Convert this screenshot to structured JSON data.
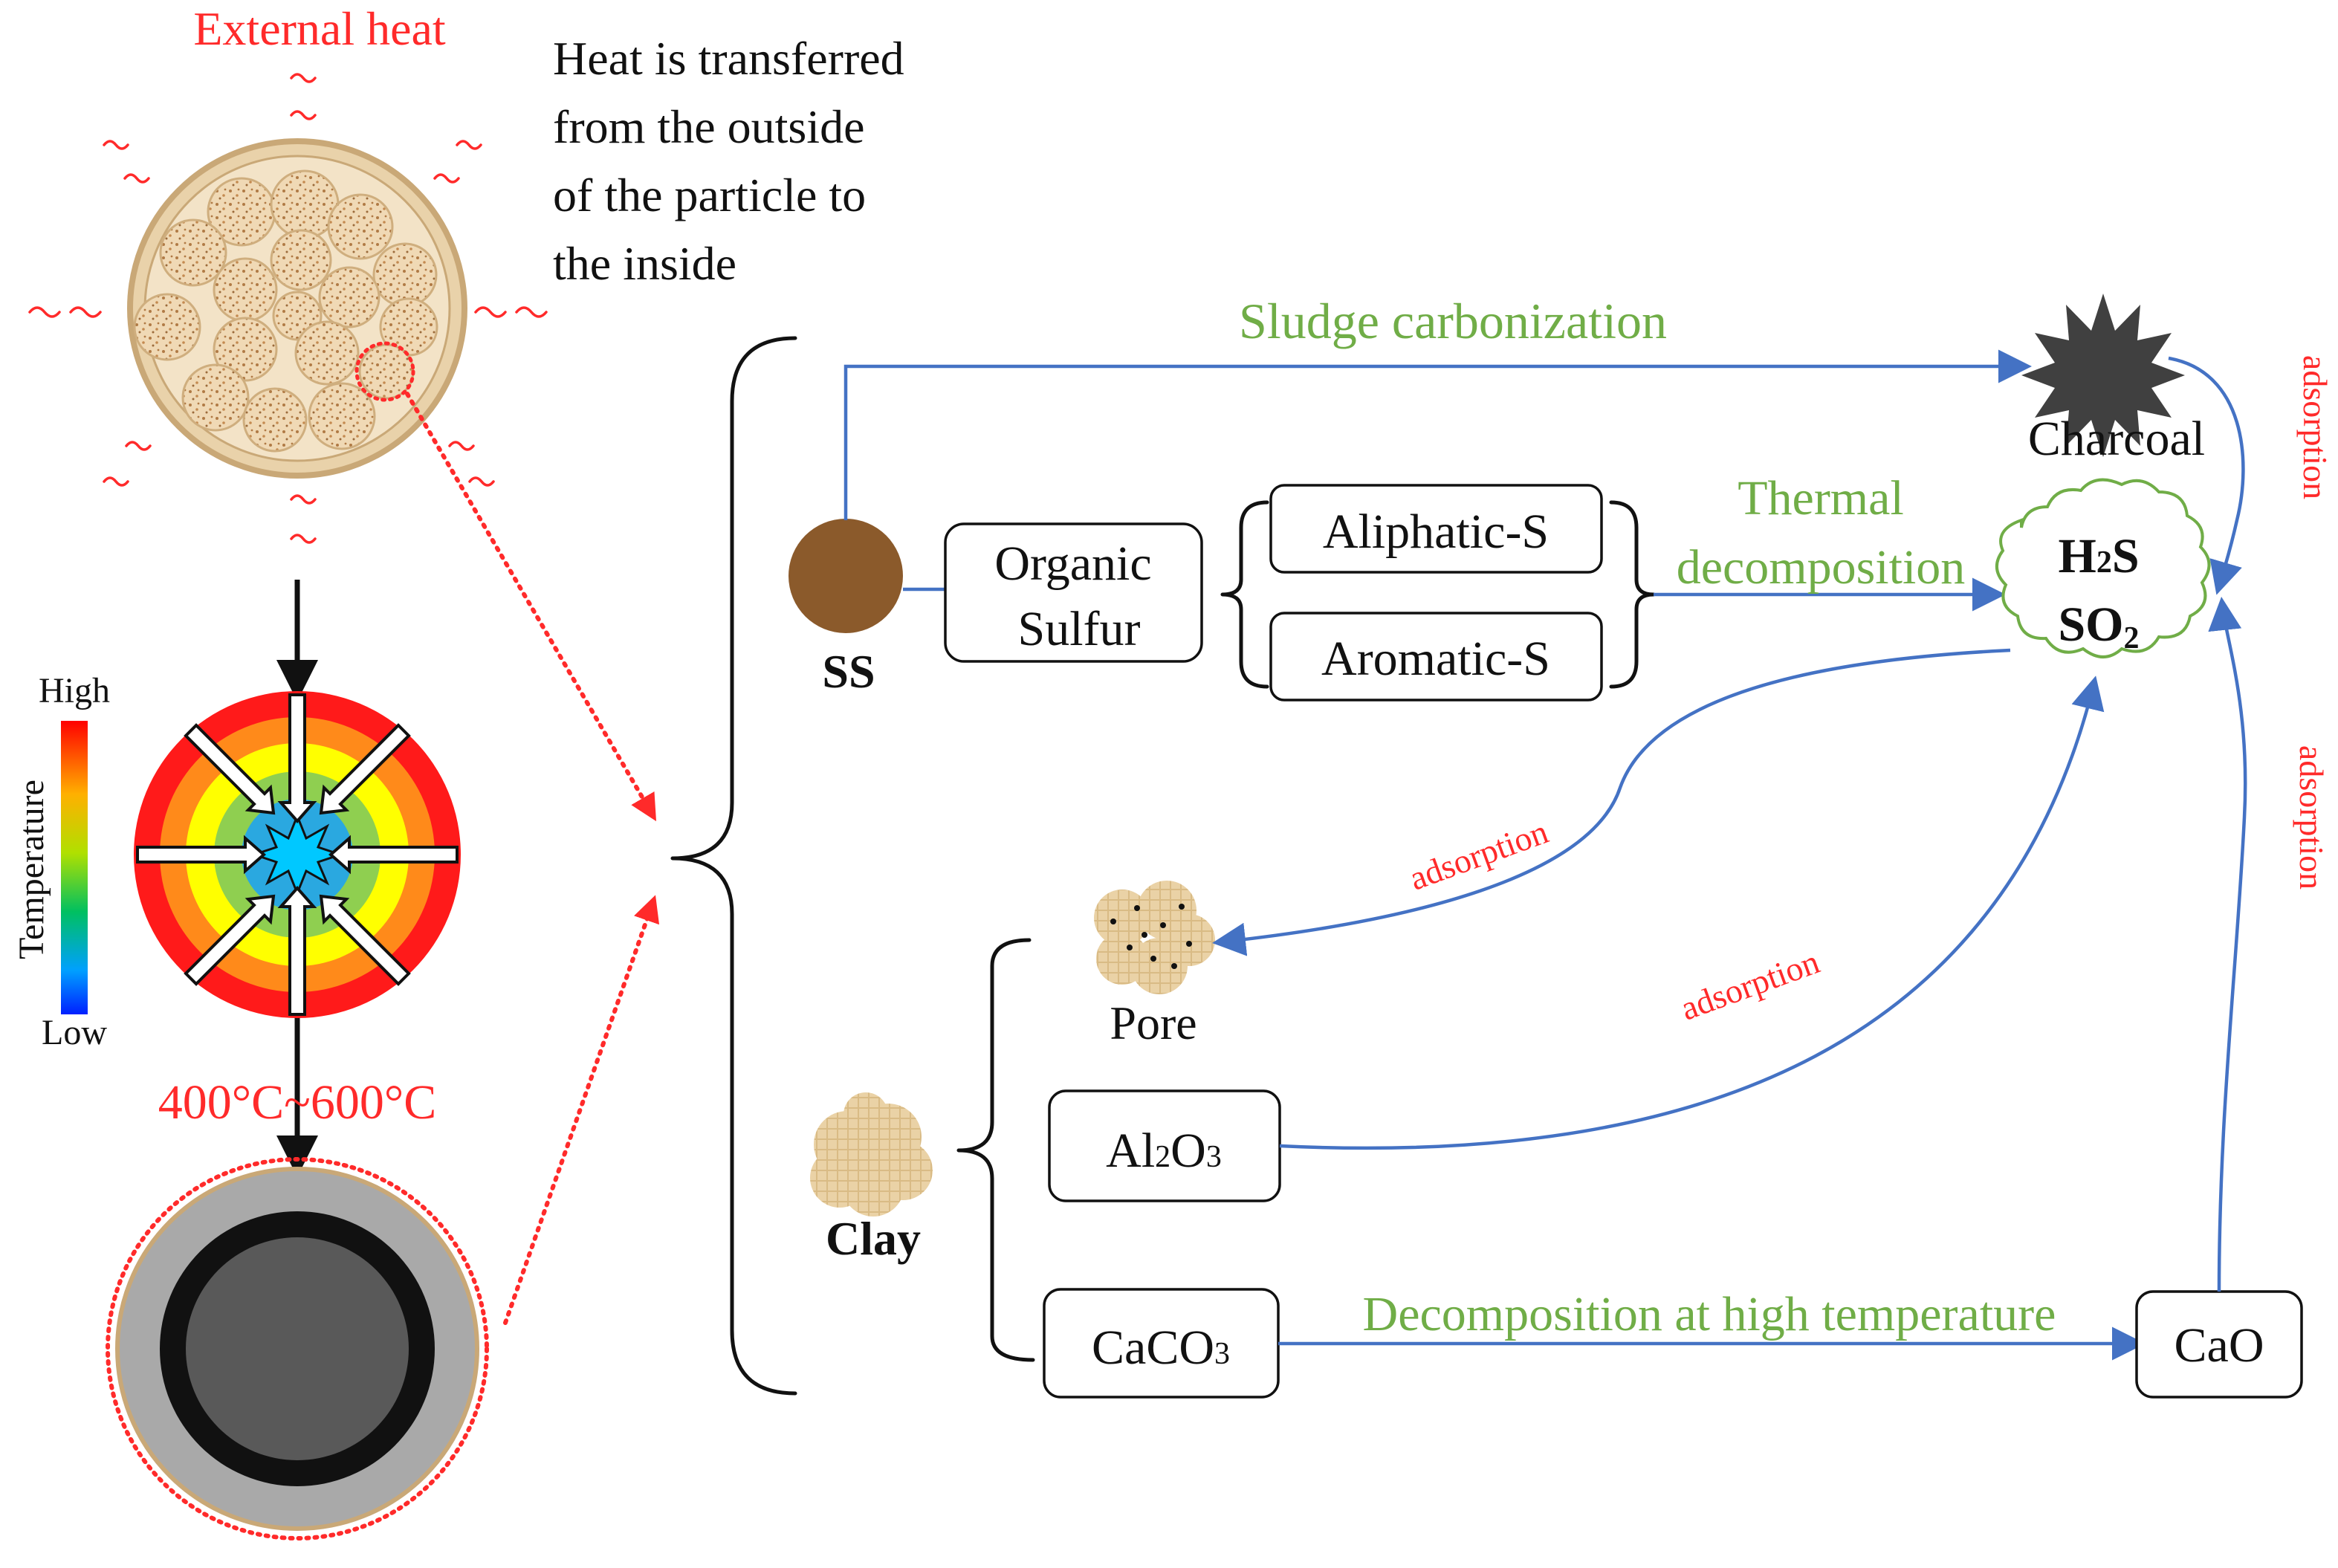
{
  "left_panel": {
    "external_heat": "External heat",
    "heat_transfer_lines": [
      "Heat is transferred",
      "from the outside",
      "of the particle to",
      "the inside"
    ],
    "temperature_label": "Temperature",
    "scale_high": "High",
    "scale_low": "Low",
    "temperature_range": "400°C~600°C"
  },
  "ss": {
    "label": "SS",
    "organic_sulfur_lines": [
      "Organic",
      "Sulfur"
    ],
    "aliphatic": "Aliphatic-S",
    "aromatic": "Aromatic-S",
    "sludge_carbonization": "Sludge carbonization",
    "thermal_decomposition_lines": [
      "Thermal",
      "decomposition"
    ],
    "charcoal": "Charcoal",
    "gas_h2s": {
      "main": "H",
      "sub": "2",
      "tail": "S"
    },
    "gas_so2": {
      "main": "SO",
      "sub": "2"
    }
  },
  "clay": {
    "label": "Clay",
    "pore": "Pore",
    "al2o3": {
      "a": "Al",
      "b": "2",
      "c": "O",
      "d": "3"
    },
    "caco3": {
      "a": "CaCO",
      "b": "3"
    },
    "decomposition": "Decomposition at high temperature",
    "cao": "CaO"
  },
  "adsorption_labels": {
    "charcoal": "adsorption",
    "cao": "adsorption",
    "pore": "adsorption",
    "al2o3": "adsorption"
  },
  "colors": {
    "heat_red": "#ff2a2a",
    "process_green": "#70ad47",
    "arrow_blue": "#4472c4",
    "sludge_brown": "#8b5a2b",
    "particle_tan": "#e3c9a0"
  }
}
